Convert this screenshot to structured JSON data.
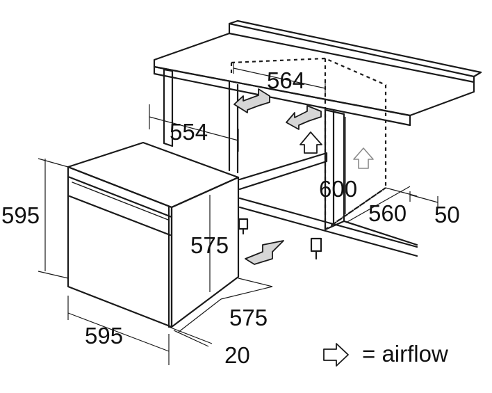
{
  "dimensions": {
    "niche_width_top": "564",
    "niche_depth_side": "554",
    "oven_height": "595",
    "oven_body_height": "575",
    "niche_height": "600",
    "niche_depth": "560",
    "rear_gap": "50",
    "oven_depth": "575",
    "oven_width": "595",
    "front_panel": "20"
  },
  "legend": {
    "icon": "airflow-arrow-icon",
    "label": "= airflow"
  }
}
